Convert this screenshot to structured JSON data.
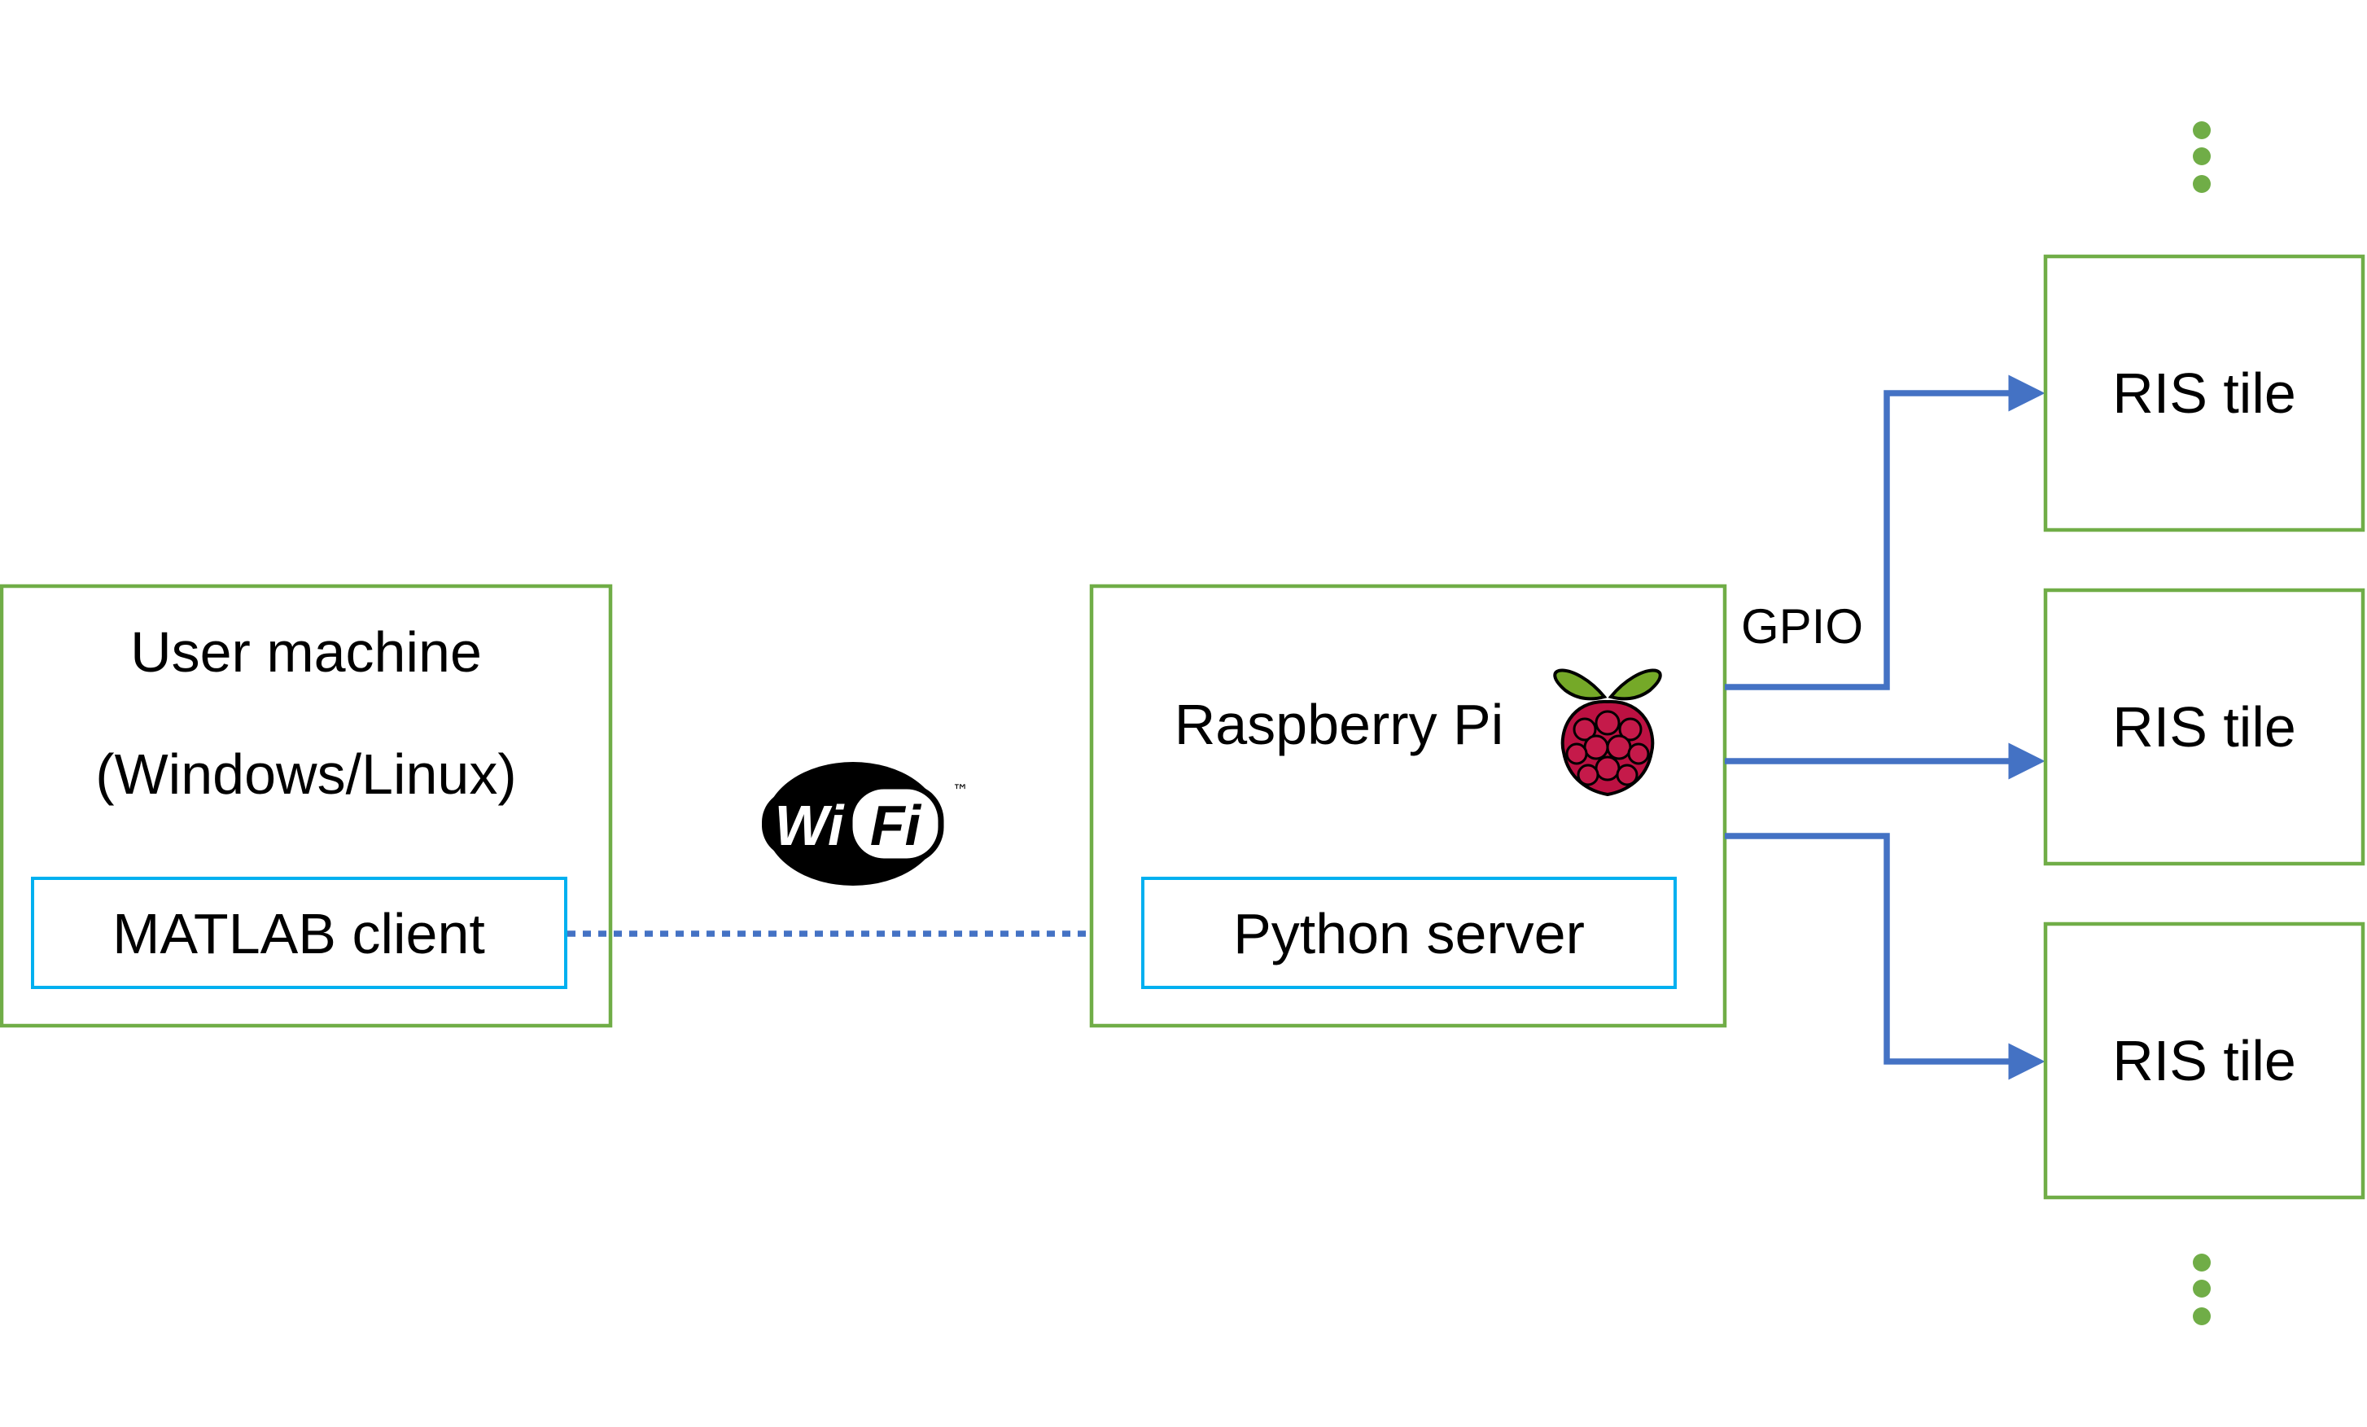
{
  "user_machine": {
    "title_line1": "User machine",
    "title_line2": "(Windows/Linux)",
    "client_label": "MATLAB client"
  },
  "wifi": {
    "logo_text_left": "Wi",
    "logo_text_right": "Fi",
    "trademark": "™"
  },
  "raspberry_pi": {
    "title": "Raspberry Pi",
    "server_label": "Python server",
    "icon": "raspberry-pi-logo"
  },
  "gpio_label": "GPIO",
  "ris_tiles": [
    {
      "label": "RIS tile"
    },
    {
      "label": "RIS tile"
    },
    {
      "label": "RIS tile"
    }
  ],
  "colors": {
    "box_border": "#70AD47",
    "inner_box_border": "#00B0F0",
    "connector": "#4472C4",
    "ellipsis_dots": "#70AD47"
  }
}
